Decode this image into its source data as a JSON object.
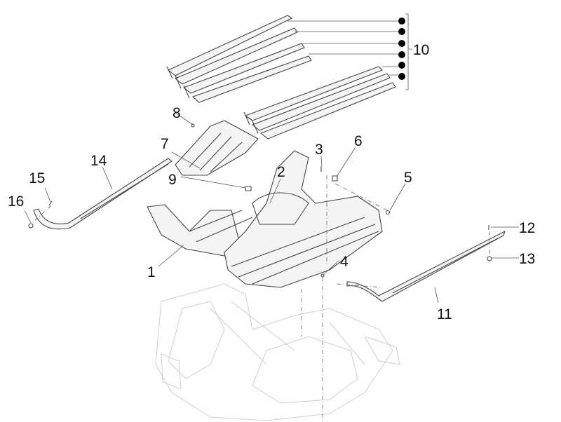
{
  "diagram": {
    "type": "exploded-parts-view",
    "callouts": [
      {
        "id": "1",
        "label": "1"
      },
      {
        "id": "2",
        "label": "2"
      },
      {
        "id": "3",
        "label": "3"
      },
      {
        "id": "4",
        "label": "4"
      },
      {
        "id": "5",
        "label": "5"
      },
      {
        "id": "6",
        "label": "6"
      },
      {
        "id": "7",
        "label": "7"
      },
      {
        "id": "8",
        "label": "8"
      },
      {
        "id": "9",
        "label": "9"
      },
      {
        "id": "10",
        "label": "10"
      },
      {
        "id": "11",
        "label": "11"
      },
      {
        "id": "12",
        "label": "12"
      },
      {
        "id": "13",
        "label": "13"
      },
      {
        "id": "14",
        "label": "14"
      },
      {
        "id": "15",
        "label": "15"
      },
      {
        "id": "16",
        "label": "16"
      }
    ],
    "group_10_bullet_count": 6,
    "colors": {
      "line": "#444444",
      "ghost": "#cfcfcf",
      "bullet": "#000000"
    }
  }
}
